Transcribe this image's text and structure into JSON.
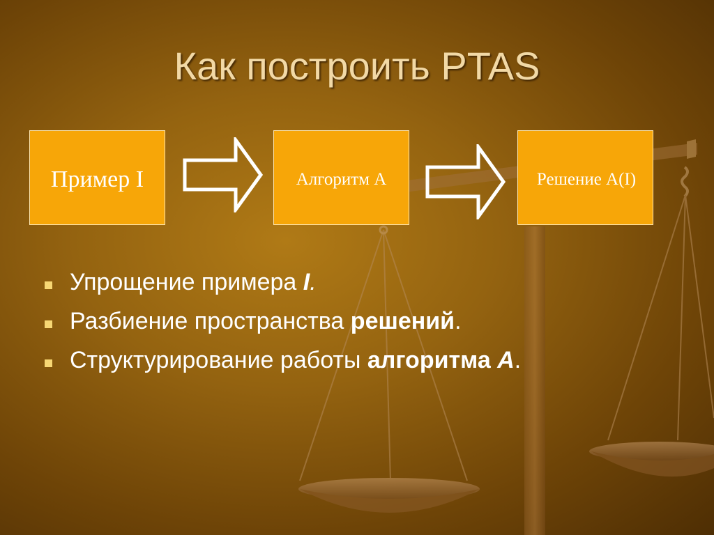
{
  "slide": {
    "title": "Как построить PTAS"
  },
  "flow": {
    "boxes": [
      {
        "label": "Пример I"
      },
      {
        "label": "Алгоритм А"
      },
      {
        "label": "Решение А(I)"
      }
    ]
  },
  "bullets": [
    {
      "text": "Упрощение примера ",
      "em": "I",
      "tail": "."
    },
    {
      "text": "Разбиение пространства ",
      "strong": "решений",
      "tail": "."
    },
    {
      "text": "Структурирование работы ",
      "strong": "алгоритма ",
      "strong_em": "A",
      "tail": "."
    }
  ],
  "colors": {
    "box_fill": "#f7a608",
    "title": "#f2d9a6",
    "bullet_marker": "#f7d774",
    "background": "#946310"
  }
}
